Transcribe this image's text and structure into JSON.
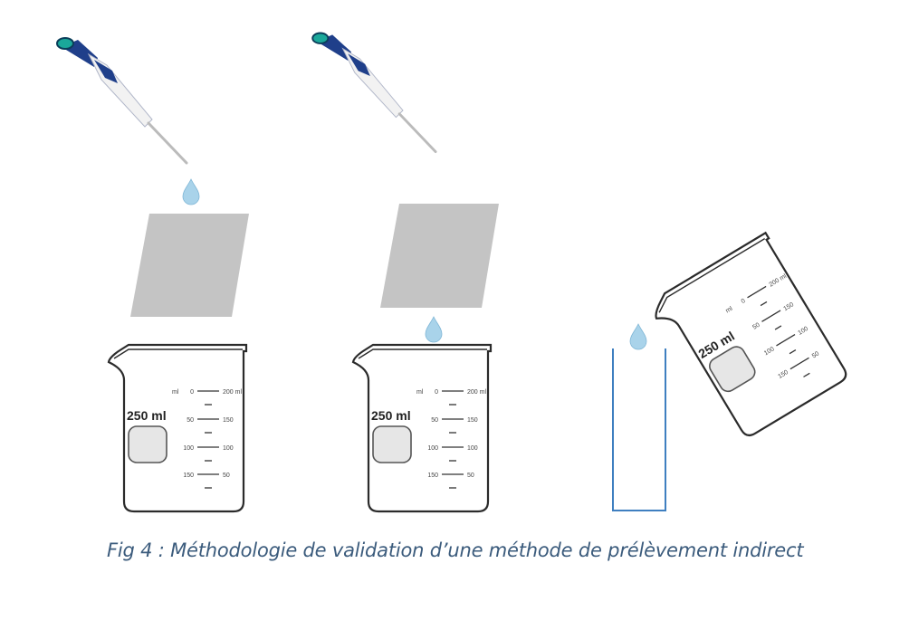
{
  "caption": "Fig 4 : Méthodologie de validation d’une méthode de prélèvement indirect",
  "beaker": {
    "capacity": "250 ml",
    "unit": "ml",
    "left_scale": [
      "0",
      "50",
      "100",
      "150"
    ],
    "right_scale": [
      "200 ml",
      "150",
      "100",
      "50"
    ]
  },
  "colors": {
    "drop": "#a9d3ea",
    "surface": "#c4c4c4",
    "container": "#3f7fc0",
    "pipette_blue": "#1f3f8a",
    "caption": "#3b5b7c"
  }
}
